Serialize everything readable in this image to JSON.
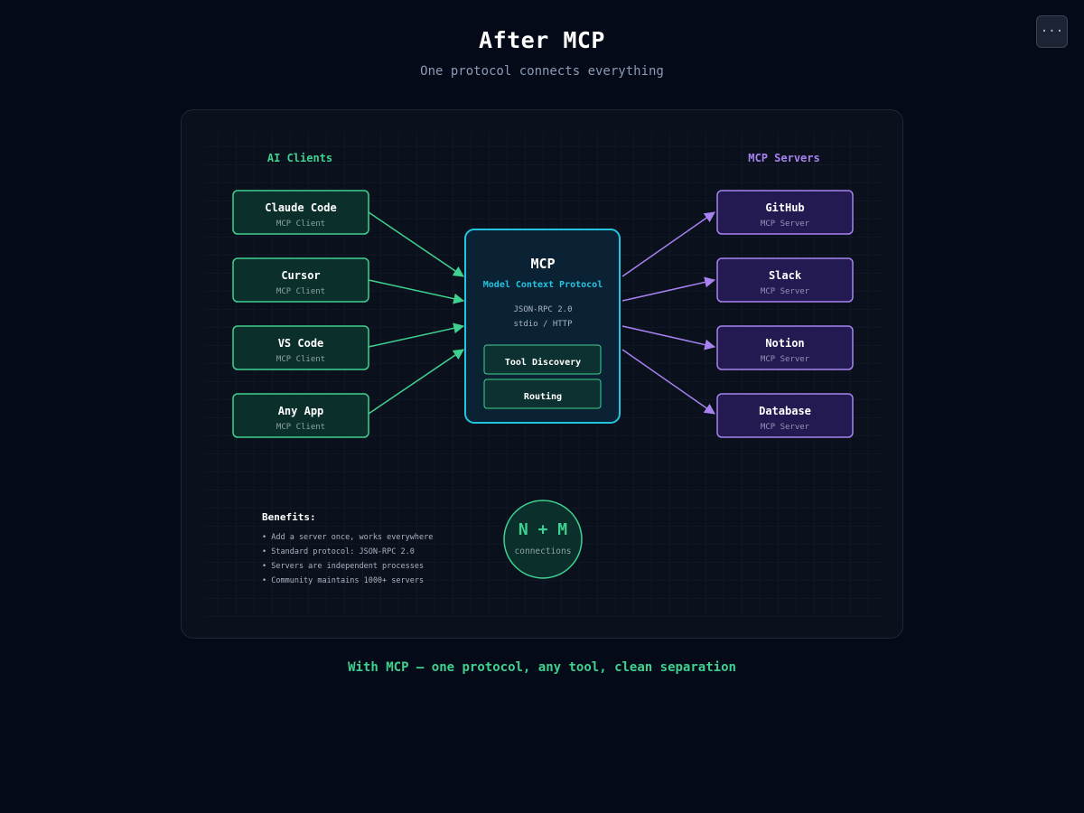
{
  "header": {
    "title": "After MCP",
    "subtitle": "One protocol connects everything",
    "menu_icon": "more-horizontal-icon",
    "menu_glyph": "···"
  },
  "diagram": {
    "clients_heading": "AI Clients",
    "servers_heading": "MCP Servers",
    "clients": [
      {
        "name": "Claude Code",
        "role": "MCP Client"
      },
      {
        "name": "Cursor",
        "role": "MCP Client"
      },
      {
        "name": "VS Code",
        "role": "MCP Client"
      },
      {
        "name": "Any App",
        "role": "MCP Client"
      }
    ],
    "servers": [
      {
        "name": "GitHub",
        "role": "MCP Server"
      },
      {
        "name": "Slack",
        "role": "MCP Server"
      },
      {
        "name": "Notion",
        "role": "MCP Server"
      },
      {
        "name": "Database",
        "role": "MCP Server"
      }
    ],
    "hub": {
      "title": "MCP",
      "subtitle": "Model Context Protocol",
      "spec_line1": "JSON-RPC 2.0",
      "spec_line2": "stdio / HTTP",
      "features": [
        "Tool Discovery",
        "Routing"
      ]
    },
    "benefits": {
      "heading": "Benefits:",
      "items": [
        "• Add a server once, works everywhere",
        "• Standard protocol: JSON-RPC 2.0",
        "• Servers are independent processes",
        "• Community maintains 1000+ servers"
      ]
    },
    "connections_badge": {
      "formula": "N + M",
      "label": "connections"
    }
  },
  "footer": {
    "text": "With MCP — one protocol, any tool, clean separation"
  },
  "colors": {
    "client_accent": "#3fd190",
    "server_accent": "#a683f0",
    "hub_accent": "#23c4e0"
  }
}
